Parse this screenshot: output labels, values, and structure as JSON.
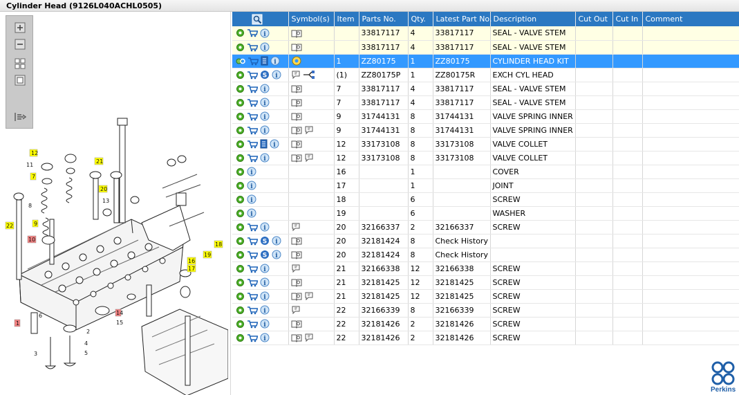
{
  "window": {
    "title": "Cylinder Head (9126L040ACHL0505)"
  },
  "toolbox": {
    "buttons": [
      "zoom-in-icon",
      "zoom-out-icon",
      "fit-all-icon",
      "fit-page-icon",
      "export-icon"
    ]
  },
  "table": {
    "columns": [
      "",
      "Symbol(s)",
      "Item",
      "Parts No.",
      "Qty.",
      "Latest Part No.",
      "Description",
      "Cut Out",
      "Cut In",
      "Comment"
    ],
    "rows": [
      {
        "icons": [
          "gear",
          "cart",
          "info"
        ],
        "symbols": [
          "book"
        ],
        "item": "",
        "part": "33817117",
        "qty": "4",
        "latest": "33817117",
        "desc": "SEAL - VALVE STEM",
        "state": "hl"
      },
      {
        "icons": [
          "gear",
          "cart",
          "info"
        ],
        "symbols": [
          "book"
        ],
        "item": "",
        "part": "33817117",
        "qty": "4",
        "latest": "33817117",
        "desc": "SEAL - VALVE STEM",
        "state": "hl"
      },
      {
        "icons": [
          "link",
          "cart",
          "doc",
          "info"
        ],
        "symbols": [
          "kit"
        ],
        "item": "1",
        "part": "ZZ80175",
        "qty": "1",
        "latest": "ZZ80175",
        "desc": "CYLINDER HEAD KIT",
        "state": "sel"
      },
      {
        "icons": [
          "gear",
          "cart",
          "s",
          "info"
        ],
        "symbols": [
          "note",
          "tree"
        ],
        "item": "(1)",
        "part": "ZZ80175P",
        "qty": "1",
        "latest": "ZZ80175R",
        "desc": "EXCH CYL HEAD",
        "state": ""
      },
      {
        "icons": [
          "gear",
          "cart",
          "info"
        ],
        "symbols": [
          "book"
        ],
        "item": "7",
        "part": "33817117",
        "qty": "4",
        "latest": "33817117",
        "desc": "SEAL - VALVE STEM",
        "state": ""
      },
      {
        "icons": [
          "gear",
          "cart",
          "info"
        ],
        "symbols": [
          "book"
        ],
        "item": "7",
        "part": "33817117",
        "qty": "4",
        "latest": "33817117",
        "desc": "SEAL - VALVE STEM",
        "state": ""
      },
      {
        "icons": [
          "gear",
          "cart",
          "info"
        ],
        "symbols": [
          "book"
        ],
        "item": "9",
        "part": "31744131",
        "qty": "8",
        "latest": "31744131",
        "desc": "VALVE SPRING INNER",
        "state": ""
      },
      {
        "icons": [
          "gear",
          "cart",
          "info"
        ],
        "symbols": [
          "book",
          "note"
        ],
        "item": "9",
        "part": "31744131",
        "qty": "8",
        "latest": "31744131",
        "desc": "VALVE SPRING INNER",
        "state": ""
      },
      {
        "icons": [
          "gear",
          "cart",
          "doc",
          "info"
        ],
        "symbols": [
          "book"
        ],
        "item": "12",
        "part": "33173108",
        "qty": "8",
        "latest": "33173108",
        "desc": "VALVE COLLET",
        "state": ""
      },
      {
        "icons": [
          "gear",
          "cart",
          "info"
        ],
        "symbols": [
          "book",
          "note"
        ],
        "item": "12",
        "part": "33173108",
        "qty": "8",
        "latest": "33173108",
        "desc": "VALVE COLLET",
        "state": ""
      },
      {
        "icons": [
          "gear",
          "info"
        ],
        "symbols": [],
        "item": "16",
        "part": "",
        "qty": "1",
        "latest": "",
        "desc": "COVER",
        "state": ""
      },
      {
        "icons": [
          "gear",
          "info"
        ],
        "symbols": [],
        "item": "17",
        "part": "",
        "qty": "1",
        "latest": "",
        "desc": "JOINT",
        "state": ""
      },
      {
        "icons": [
          "gear",
          "info"
        ],
        "symbols": [],
        "item": "18",
        "part": "",
        "qty": "6",
        "latest": "",
        "desc": "SCREW",
        "state": ""
      },
      {
        "icons": [
          "gear",
          "info"
        ],
        "symbols": [],
        "item": "19",
        "part": "",
        "qty": "6",
        "latest": "",
        "desc": "WASHER",
        "state": ""
      },
      {
        "icons": [
          "gear",
          "cart",
          "info"
        ],
        "symbols": [
          "note"
        ],
        "item": "20",
        "part": "32166337",
        "qty": "2",
        "latest": "32166337",
        "desc": "SCREW",
        "state": ""
      },
      {
        "icons": [
          "gear",
          "cart",
          "s",
          "info"
        ],
        "symbols": [
          "book"
        ],
        "item": "20",
        "part": "32181424",
        "qty": "8",
        "latest": "Check History",
        "desc": "",
        "state": ""
      },
      {
        "icons": [
          "gear",
          "cart",
          "s",
          "info"
        ],
        "symbols": [
          "book"
        ],
        "item": "20",
        "part": "32181424",
        "qty": "8",
        "latest": "Check History",
        "desc": "",
        "state": ""
      },
      {
        "icons": [
          "gear",
          "cart",
          "info"
        ],
        "symbols": [
          "note"
        ],
        "item": "21",
        "part": "32166338",
        "qty": "12",
        "latest": "32166338",
        "desc": "SCREW",
        "state": ""
      },
      {
        "icons": [
          "gear",
          "cart",
          "info"
        ],
        "symbols": [
          "book"
        ],
        "item": "21",
        "part": "32181425",
        "qty": "12",
        "latest": "32181425",
        "desc": "SCREW",
        "state": ""
      },
      {
        "icons": [
          "gear",
          "cart",
          "info"
        ],
        "symbols": [
          "book",
          "note"
        ],
        "item": "21",
        "part": "32181425",
        "qty": "12",
        "latest": "32181425",
        "desc": "SCREW",
        "state": ""
      },
      {
        "icons": [
          "gear",
          "cart",
          "info"
        ],
        "symbols": [
          "note"
        ],
        "item": "22",
        "part": "32166339",
        "qty": "8",
        "latest": "32166339",
        "desc": "SCREW",
        "state": ""
      },
      {
        "icons": [
          "gear",
          "cart",
          "info"
        ],
        "symbols": [
          "book"
        ],
        "item": "22",
        "part": "32181426",
        "qty": "2",
        "latest": "32181426",
        "desc": "SCREW",
        "state": ""
      },
      {
        "icons": [
          "gear",
          "cart",
          "info"
        ],
        "symbols": [
          "book",
          "note"
        ],
        "item": "22",
        "part": "32181426",
        "qty": "2",
        "latest": "32181426",
        "desc": "SCREW",
        "state": ""
      }
    ]
  },
  "drawing": {
    "callouts": [
      "12",
      "11",
      "7",
      "21",
      "20",
      "13",
      "8",
      "9",
      "22",
      "10",
      "18",
      "19",
      "16",
      "17",
      "14",
      "15",
      "1",
      "2",
      "3",
      "4",
      "5",
      "6"
    ]
  },
  "logo": {
    "text": "Perkins"
  },
  "colors": {
    "header": "#2b78c2",
    "selected": "#3399ff",
    "highlight": "#ffffe4",
    "callout": "#ffff00"
  }
}
